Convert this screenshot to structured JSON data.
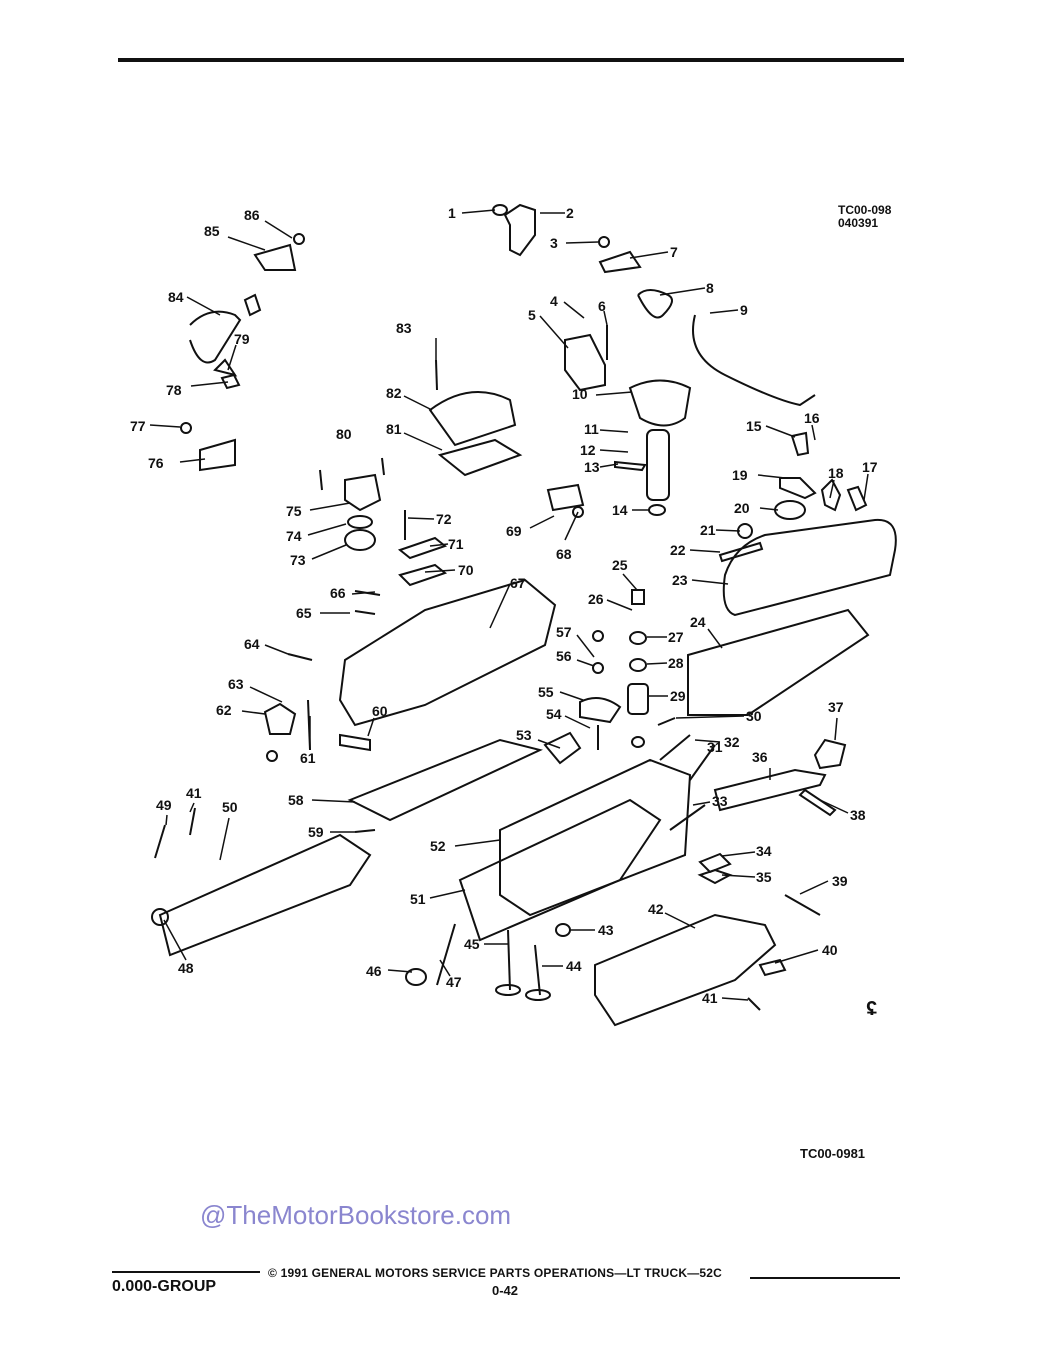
{
  "header": {
    "code_line1": "TC00-098",
    "code_line2": "040391"
  },
  "callouts": [
    "1",
    "2",
    "3",
    "4",
    "5",
    "6",
    "7",
    "8",
    "9",
    "10",
    "11",
    "12",
    "13",
    "14",
    "15",
    "16",
    "17",
    "18",
    "19",
    "20",
    "21",
    "22",
    "23",
    "24",
    "25",
    "26",
    "27",
    "28",
    "29",
    "30",
    "31",
    "32",
    "33",
    "34",
    "35",
    "36",
    "37",
    "38",
    "39",
    "40",
    "41",
    "42",
    "43",
    "44",
    "45",
    "46",
    "47",
    "48",
    "49",
    "50",
    "51",
    "52",
    "53",
    "54",
    "55",
    "56",
    "57",
    "58",
    "59",
    "60",
    "61",
    "62",
    "63",
    "64",
    "65",
    "66",
    "67",
    "68",
    "69",
    "70",
    "71",
    "72",
    "73",
    "74",
    "75",
    "76",
    "77",
    "78",
    "79",
    "80",
    "81",
    "82",
    "83",
    "84",
    "85",
    "86"
  ],
  "figure_code": "TC00-0981",
  "watermark": "@TheMotorBookstore.com",
  "footer": {
    "copyright": "© 1991 GENERAL MOTORS SERVICE PARTS OPERATIONS—LT TRUCK—52C",
    "group": "0.000-GROUP",
    "page": "0-42"
  },
  "logo_glyph": "ʢ",
  "colors": {
    "ink": "#111111",
    "watermark": "#8a86cf",
    "paper": "#ffffff"
  }
}
